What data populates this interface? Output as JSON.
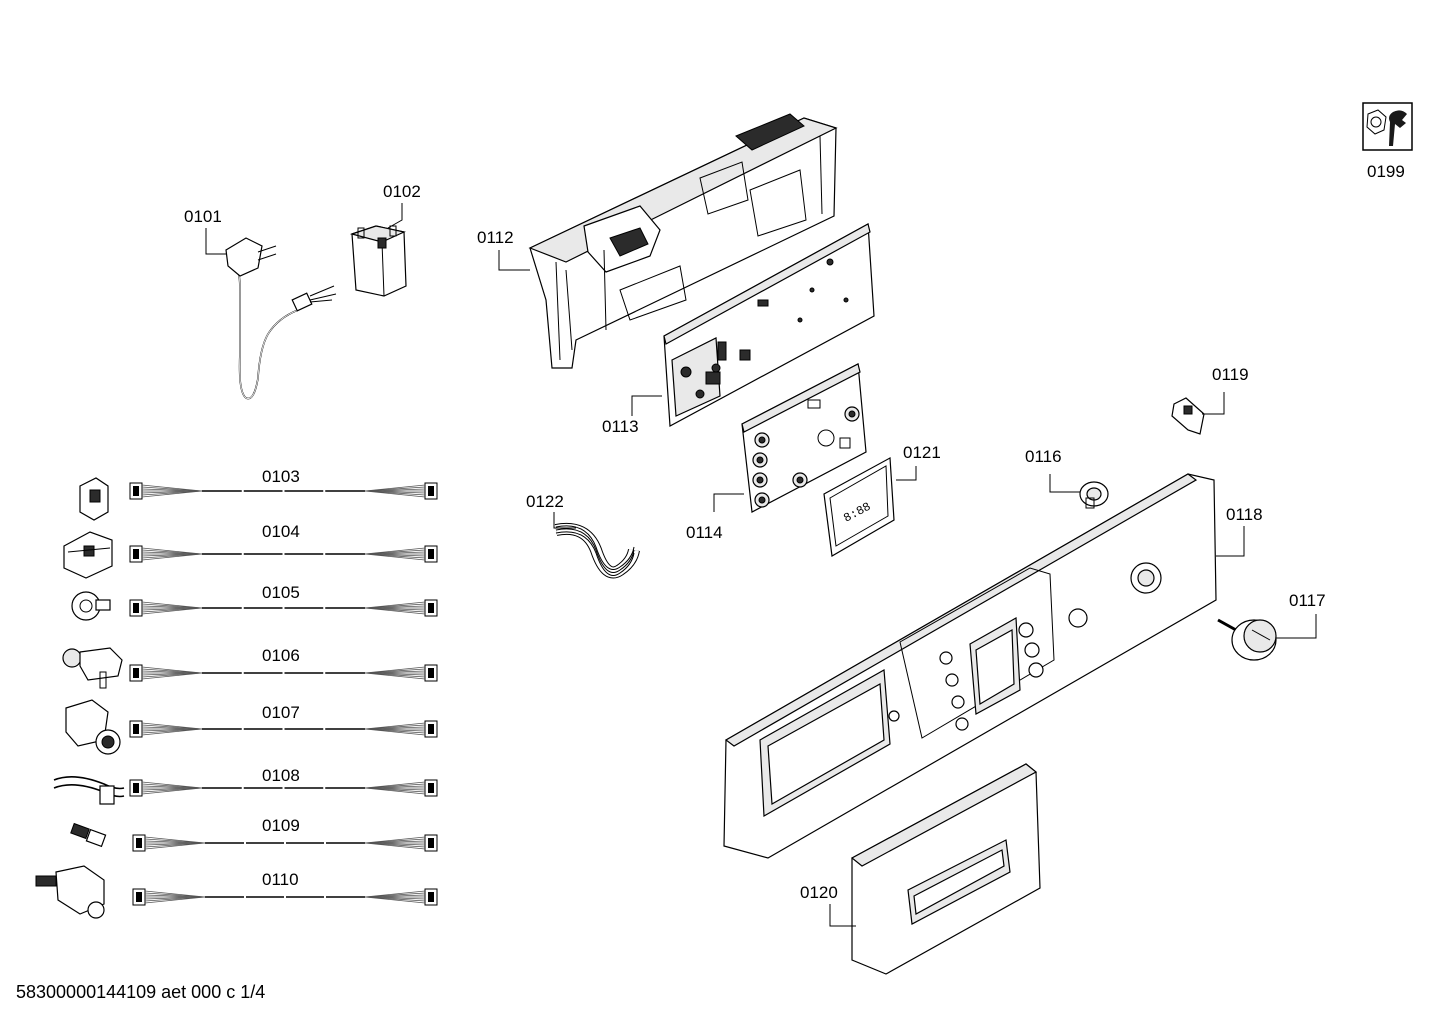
{
  "tool_icon": {
    "name": "wrench-icon",
    "label": "0199"
  },
  "footer": {
    "document_code": "58300000144109 aet 000 c 1/4"
  },
  "parts": {
    "p0101": {
      "label": "0101",
      "icon": "power-cord-plug"
    },
    "p0102": {
      "label": "0102",
      "icon": "interference-filter"
    },
    "p0103": {
      "label": "0103",
      "icon": "cable-harness"
    },
    "p0104": {
      "label": "0104",
      "icon": "cable-harness"
    },
    "p0105": {
      "label": "0105",
      "icon": "cable-harness"
    },
    "p0106": {
      "label": "0106",
      "icon": "cable-harness"
    },
    "p0107": {
      "label": "0107",
      "icon": "cable-harness"
    },
    "p0108": {
      "label": "0108",
      "icon": "cable-harness"
    },
    "p0109": {
      "label": "0109",
      "icon": "cable-harness"
    },
    "p0110": {
      "label": "0110",
      "icon": "cable-harness"
    },
    "p0112": {
      "label": "0112",
      "icon": "control-module-housing"
    },
    "p0113": {
      "label": "0113",
      "icon": "power-module-board"
    },
    "p0114": {
      "label": "0114",
      "icon": "display-module-board"
    },
    "p0116": {
      "label": "0116",
      "icon": "knob-holder"
    },
    "p0117": {
      "label": "0117",
      "icon": "programme-knob"
    },
    "p0118": {
      "label": "0118",
      "icon": "control-panel-fascia"
    },
    "p0119": {
      "label": "0119",
      "icon": "bracket"
    },
    "p0120": {
      "label": "0120",
      "icon": "dispenser-drawer-handle"
    },
    "p0121": {
      "label": "0121",
      "icon": "display-window"
    },
    "p0122": {
      "label": "0122",
      "icon": "ribbon-cable"
    }
  }
}
